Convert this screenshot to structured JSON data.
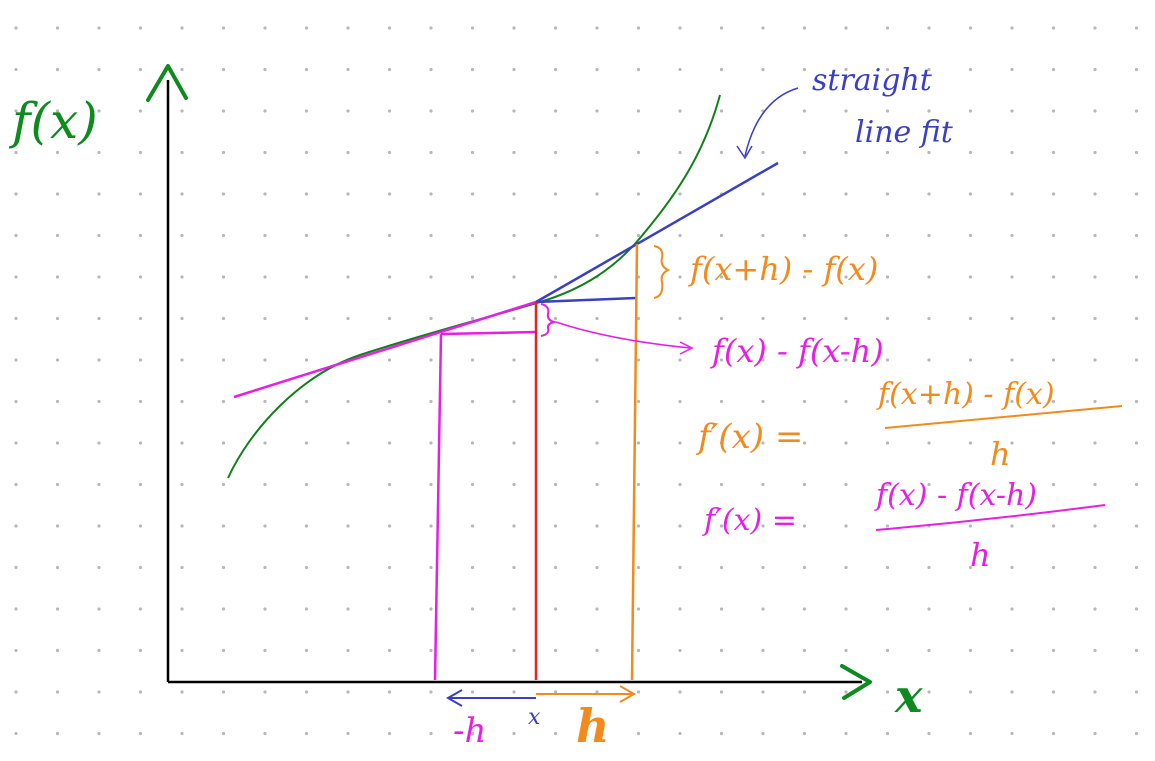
{
  "colors": {
    "axes": "#000000",
    "axis_labels": "#0f8a1f",
    "curve": "#12801a",
    "tangent": "#3b3fc4",
    "forward": "#f28a1c",
    "backward": "#e61ee6",
    "center": "#e8201f",
    "grid_dot": "#b8b8b8"
  },
  "axes": {
    "y_label": "f(x)",
    "x_label": "x"
  },
  "annotations": {
    "straight_line_fit": [
      "straight",
      "line fit"
    ],
    "forward_diff": "f(x+h) - f(x)",
    "backward_diff": "f(x) - f(x-h)",
    "minus_h": "-h",
    "x_mark": "x",
    "h_mark": "h"
  },
  "formulas": {
    "forward": {
      "lhs": "f′(x) =",
      "numerator": "f(x+h) - f(x)",
      "denominator": "h"
    },
    "backward": {
      "lhs": "f′(x) =",
      "numerator": "f(x) - f(x-h)",
      "denominator": "h"
    }
  },
  "icons": [
    "arrow-icon",
    "brace-icon"
  ]
}
